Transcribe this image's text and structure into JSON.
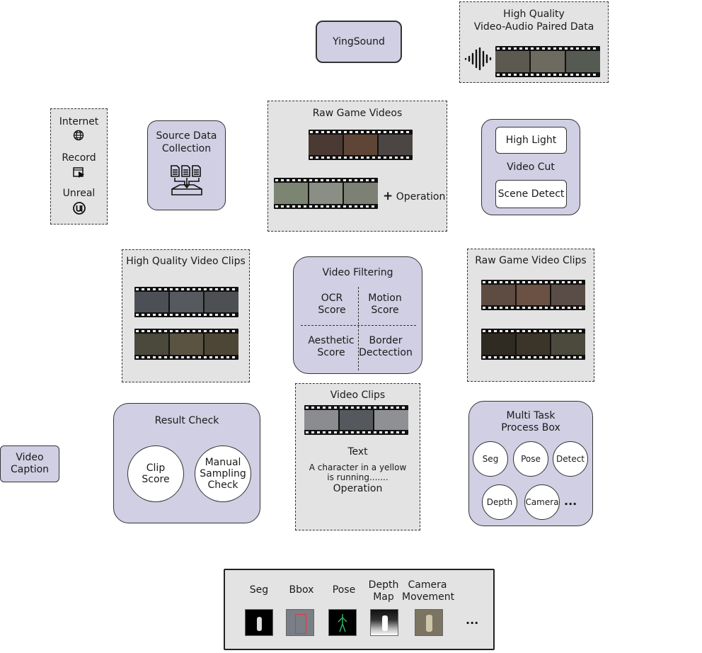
{
  "yingsound": "YingSound",
  "hq_pair": {
    "title_line1": "High Quality",
    "title_line2": "Video-Audio Paired Data"
  },
  "sources": {
    "items": [
      "Internet",
      "Record",
      "Unreal"
    ]
  },
  "source_collection": {
    "line1": "Source Data",
    "line2": "Collection"
  },
  "raw_videos": {
    "title": "Raw Game Videos",
    "operation": "Operation"
  },
  "video_cut": {
    "high_light": "High Light",
    "label": "Video Cut",
    "scene_detect": "Scene Detect"
  },
  "hq_clips": {
    "title": "High Quality Video Clips"
  },
  "filtering": {
    "title": "Video Filtering",
    "ocr": [
      "OCR",
      "Score"
    ],
    "motion": [
      "Motion",
      "Score"
    ],
    "aesthetic": [
      "Aesthetic",
      "Score"
    ],
    "border": [
      "Border",
      "Dectection"
    ]
  },
  "raw_clips": {
    "title": "Raw Game Video Clips"
  },
  "video_caption": {
    "line1": "Video",
    "line2": "Caption"
  },
  "result_check": {
    "title": "Result Check",
    "clip": [
      "Clip",
      "Score"
    ],
    "manual": [
      "Manual",
      "Sampling",
      "Check"
    ]
  },
  "video_clips": {
    "title": "Video Clips",
    "text_label": "Text",
    "caption_line1": "A character in a yellow",
    "caption_line2": "is running.......",
    "operation": "Operation"
  },
  "multi_task": {
    "title_line1": "Multi Task",
    "title_line2": "Process Box",
    "items": [
      "Seg",
      "Pose",
      "Detect",
      "Depth",
      "Camera"
    ],
    "more": "..."
  },
  "outputs": {
    "labels": [
      [
        "Seg"
      ],
      [
        "Bbox"
      ],
      [
        "Pose"
      ],
      [
        "Depth",
        "Map"
      ],
      [
        "Camera",
        "Movement"
      ]
    ],
    "more": "..."
  },
  "colors": {
    "purple_fill": "#d0cfe3",
    "dashed_fill": "#e3e3e3",
    "stroke": "#333333"
  }
}
